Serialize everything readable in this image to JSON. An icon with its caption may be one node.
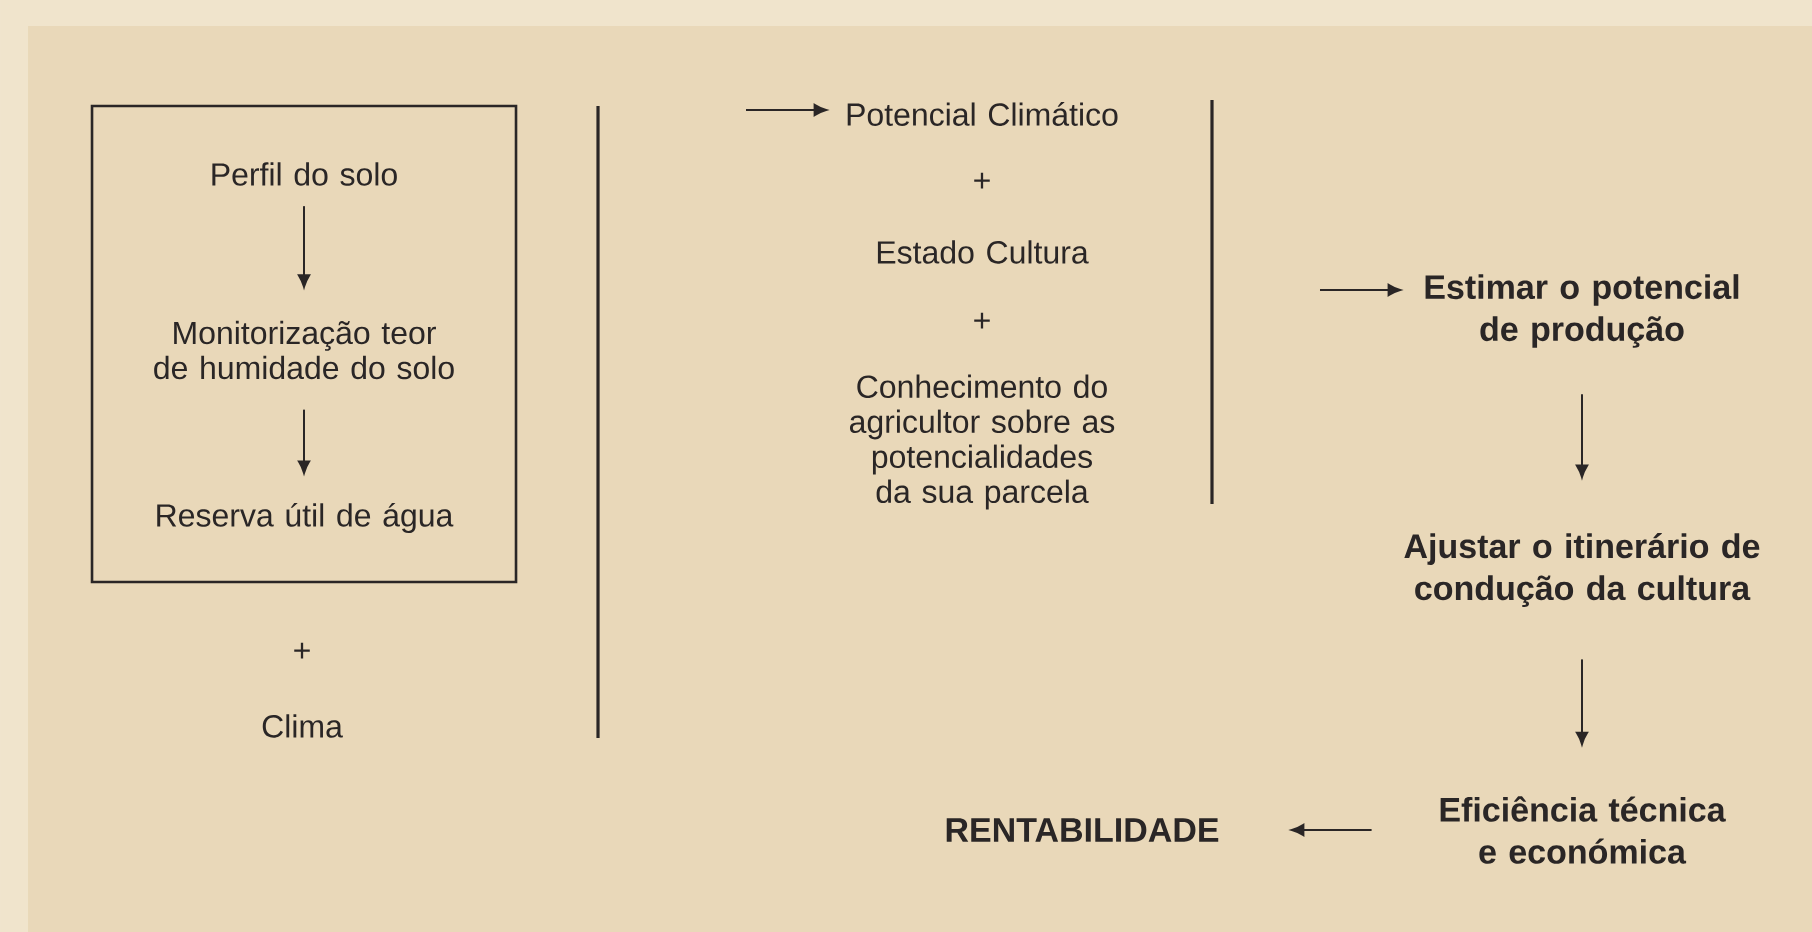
{
  "diagram": {
    "nodes": [
      {
        "text": [],
        "shape": "box"
      },
      {
        "text": [
          "Perfil do solo"
        ],
        "in": 0
      },
      {
        "text": [
          "Monitorização teor de humidade do solo"
        ],
        "in": 0
      },
      {
        "text": [
          "Reserva útil de água"
        ],
        "in": 0
      },
      {
        "text": [
          "Clima"
        ]
      },
      {
        "text": [
          "Potencial Climático"
        ]
      },
      {
        "text": [
          "Estado Cultura"
        ]
      },
      {
        "text": [
          "Conhecimento do agricultor sobre as potencialidades da sua parcela"
        ]
      },
      {
        "text": [
          "Estimar o potencial de produção"
        ]
      },
      {
        "text": [
          "Ajustar o itinerário de condução da cultura"
        ]
      },
      {
        "text": [
          "Eficiência técnica e económica"
        ]
      },
      {
        "text": [
          "RENTABILIDADE"
        ]
      }
    ],
    "edges": [
      {
        "from": 1,
        "to": 2,
        "arrow": "to"
      },
      {
        "from": 2,
        "to": 3,
        "arrow": "to"
      },
      {
        "from": null,
        "to": 5,
        "arrow": "to"
      },
      {
        "from": null,
        "to": 8,
        "arrow": "to"
      },
      {
        "from": 8,
        "to": 9,
        "arrow": "to"
      },
      {
        "from": 9,
        "to": 10,
        "arrow": "to"
      },
      {
        "from": 10,
        "to": 11,
        "arrow": "to"
      }
    ],
    "labels": [
      "+",
      "+",
      "+"
    ]
  }
}
